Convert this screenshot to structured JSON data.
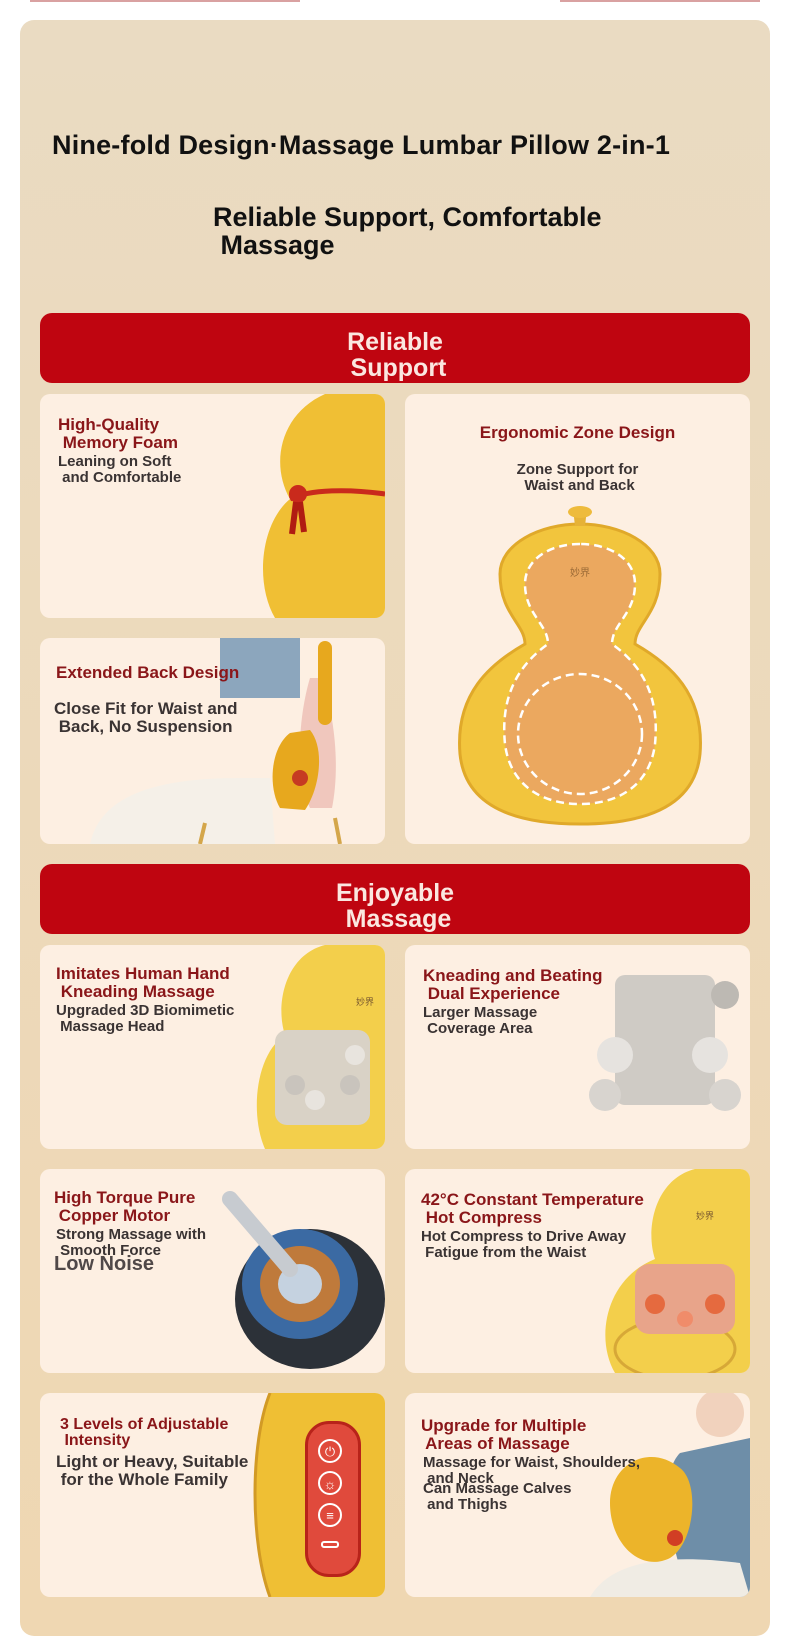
{
  "header": {
    "title": "Nine-fold Design·Massage Lumbar Pillow 2-in-1",
    "subtitle": "Reliable Support, Comfortable\n Massage"
  },
  "sections": [
    {
      "label": "Reliable\n Support"
    },
    {
      "label": "Enjoyable\n Massage"
    }
  ],
  "cards": {
    "memory_foam": {
      "title": "High-Quality\n Memory Foam",
      "desc": "Leaning on Soft\n and Comfortable"
    },
    "ergonomic": {
      "title": "Ergonomic Zone Design",
      "desc": "Zone Support for\n Waist and Back",
      "pillow_label": "妙界"
    },
    "extended_back": {
      "title": "Extended Back Design",
      "desc": "Close Fit for Waist and\n Back, No Suspension"
    },
    "human_hand": {
      "title": "Imitates Human Hand\n Kneading Massage",
      "desc": "Upgraded 3D Biomimetic\n Massage Head",
      "pillow_label": "妙界"
    },
    "kneading": {
      "title": "Kneading and Beating\n Dual Experience",
      "desc": "Larger Massage\n Coverage Area"
    },
    "motor": {
      "title": "High Torque Pure\n Copper Motor",
      "desc": "Strong Massage with\n Smooth Force",
      "extra": "Low Noise"
    },
    "hot_compress": {
      "title": "42°C Constant Temperature\n Hot Compress",
      "desc": "Hot Compress to Drive Away\n Fatigue from the Waist",
      "pillow_label": "妙界"
    },
    "intensity": {
      "title": "3 Levels of Adjustable\n Intensity",
      "desc": "Light or Heavy, Suitable\n for the Whole Family"
    },
    "multiple": {
      "title": "Upgrade for Multiple\n Areas of Massage",
      "desc": "Massage for Waist, Shoulders,\n and Neck",
      "desc2": "Can Massage Calves\n and Thighs"
    }
  },
  "colors": {
    "accent_red": "#bf0510",
    "title_red": "#8a1619",
    "pillow_yellow": "#f2c53d",
    "card_bg": "#fdefe2"
  },
  "icons": [
    "power-icon",
    "heat-icon",
    "mode-icon",
    "usb-port-icon"
  ]
}
